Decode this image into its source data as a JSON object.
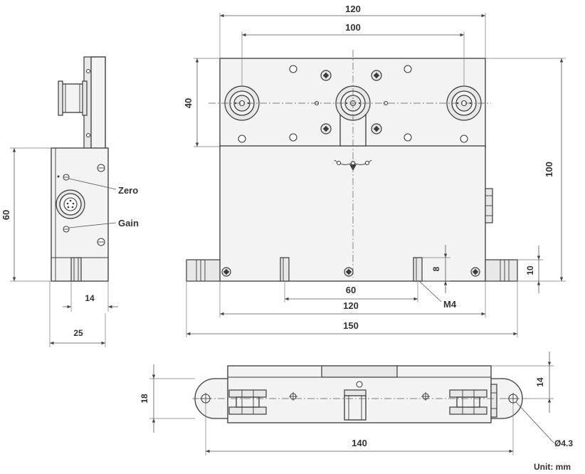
{
  "dimensions": {
    "top_width_120": "120",
    "top_width_100": "100",
    "top_height_40": "40",
    "height_100": "100",
    "bottom_60": "60",
    "bottom_120": "120",
    "bottom_150": "150",
    "pin_8": "8",
    "pin_10": "10",
    "thread_m4": "M4",
    "side_height_60": "60",
    "side_14": "14",
    "side_25": "25",
    "plan_18": "18",
    "plan_14": "14",
    "plan_140": "140",
    "plan_hole": "Ø4.3"
  },
  "labels": {
    "zero": "Zero",
    "gain": "Gain",
    "unit": "Unit: mm"
  }
}
